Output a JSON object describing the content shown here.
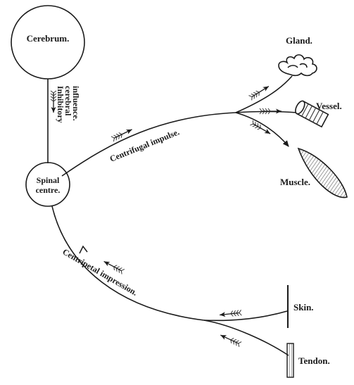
{
  "labels": {
    "cerebrum": "Cerebrum.",
    "spinal_line1": "Spinal",
    "spinal_line2": "centre.",
    "inhibitory_line1": "Inhibitory",
    "inhibitory_line2": "cerebral",
    "inhibitory_line3": "influence.",
    "centrifugal": "Centrifugal impulse.",
    "centripetal": "Centripetal impression.",
    "gland": "Gland.",
    "vessel": "Vessel.",
    "muscle": "Muscle.",
    "skin": "Skin.",
    "tendon": "Tendon."
  }
}
